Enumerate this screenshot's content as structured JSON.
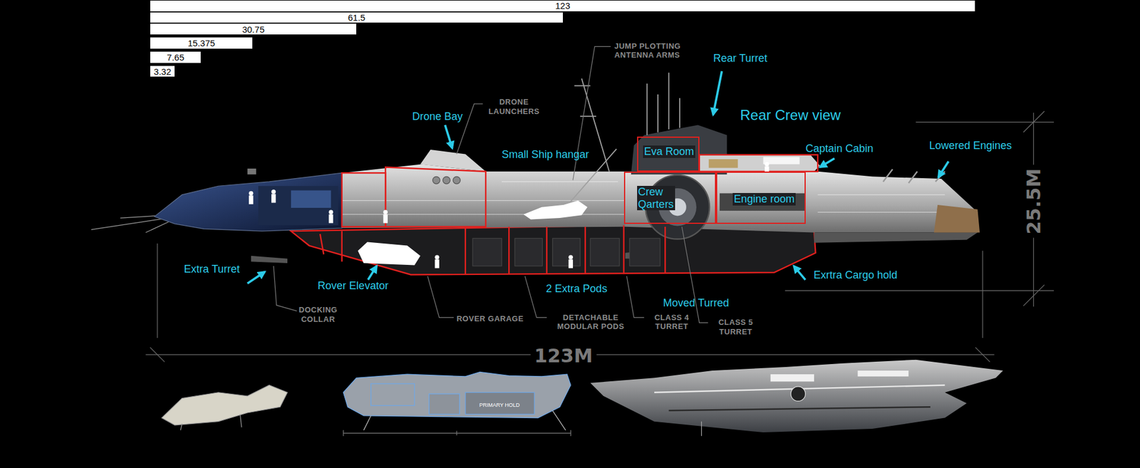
{
  "diagram": {
    "nodes": [
      {
        "text": [
          "123"
        ]
      },
      {
        "text": [
          "61.5"
        ]
      },
      {
        "text": [
          "30.75"
        ]
      },
      {
        "text": [
          "15.375"
        ]
      },
      {
        "text": [
          "7.65"
        ]
      },
      {
        "text": [
          "3.32"
        ]
      },
      {
        "text": [
          "Eva Room"
        ]
      },
      {
        "text": [
          "Crew Qarters"
        ]
      },
      {
        "text": [
          "Engine room"
        ]
      }
    ],
    "labels": [
      "JUMP PLOTTING ANTENNA ARMS",
      "Rear Turret",
      "Drone Bay",
      "DRONE LAUNCHERS",
      "Rear Crew view",
      "Small Ship hangar",
      "Captain Cabin",
      "Lowered Engines",
      "25.5M",
      "Extra Turret",
      "Rover Elevator",
      "Exrtra Cargo hold",
      "2 Extra Pods",
      "Moved Turred",
      "DOCKING COLLAR",
      "ROVER GARAGE",
      "DETACHABLE MODULAR PODS",
      "CLASS 4 TURRET",
      "CLASS 5 TURRET",
      "123M",
      "PRIMARY HOLD"
    ]
  }
}
